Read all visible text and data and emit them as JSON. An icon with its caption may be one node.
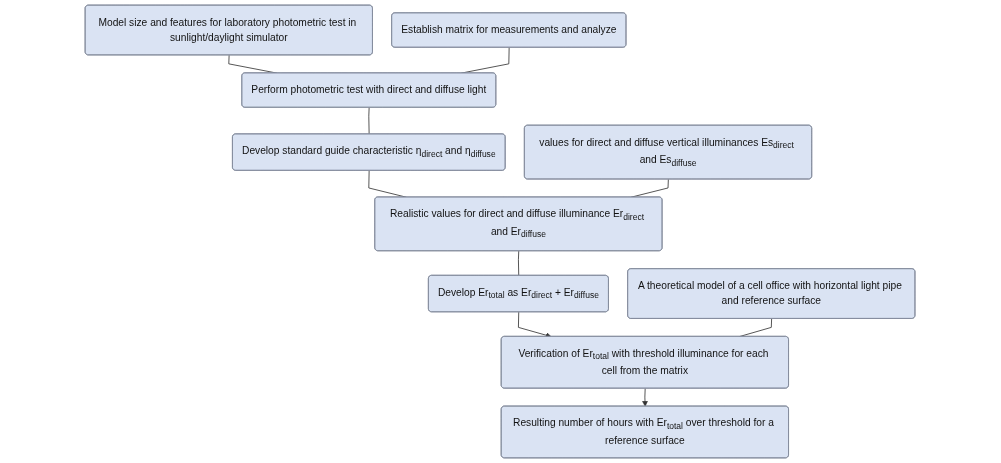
{
  "diagram": {
    "nodes": [
      {
        "text": [
          "Model size and features for laboratory photometric test in sunlight/daylight simulator"
        ]
      },
      {
        "text": [
          "Establish matrix for measurements and analyze"
        ]
      },
      {
        "text": [
          "Perform photometric test with direct and diffuse light"
        ]
      },
      {
        "text": [
          "Develop standard guide characteristic η$_{direct}$ and η$_{diffuse}$"
        ]
      },
      {
        "text": [
          "values for direct and diffuse vertical illuminances Es$_{direct}$ and Es$_{diffuse}$"
        ]
      },
      {
        "text": [
          "Realistic values for direct and diffuse illuminance Er$_{direct}$ and Er$_{diffuse}$"
        ]
      },
      {
        "text": [
          "Develop Er$_{total}$ as Er$_{direct}$ + Er$_{diffuse}$"
        ]
      },
      {
        "text": [
          "A theoretical model of a cell office with horizontal light pipe and reference surface"
        ]
      },
      {
        "text": [
          "Verification of Er$_{total}$ with threshold illuminance for each cell from the matrix"
        ]
      },
      {
        "text": [
          "Resulting number of hours with Er$_{total}$ over threshold for a reference surface"
        ]
      }
    ],
    "edges": [
      {
        "from": 0,
        "to": 2,
        "arrow": "none"
      },
      {
        "from": 1,
        "to": 2,
        "arrow": "none"
      },
      {
        "from": 2,
        "to": 3,
        "arrow": "none"
      },
      {
        "from": 3,
        "to": 5,
        "arrow": "none"
      },
      {
        "from": 4,
        "to": 5,
        "arrow": "none"
      },
      {
        "from": 5,
        "to": 6,
        "arrow": "none"
      },
      {
        "from": 6,
        "to": 8,
        "arrow": "to"
      },
      {
        "from": 7,
        "to": 8,
        "arrow": "none"
      },
      {
        "from": 8,
        "to": 9,
        "arrow": "to"
      }
    ]
  }
}
